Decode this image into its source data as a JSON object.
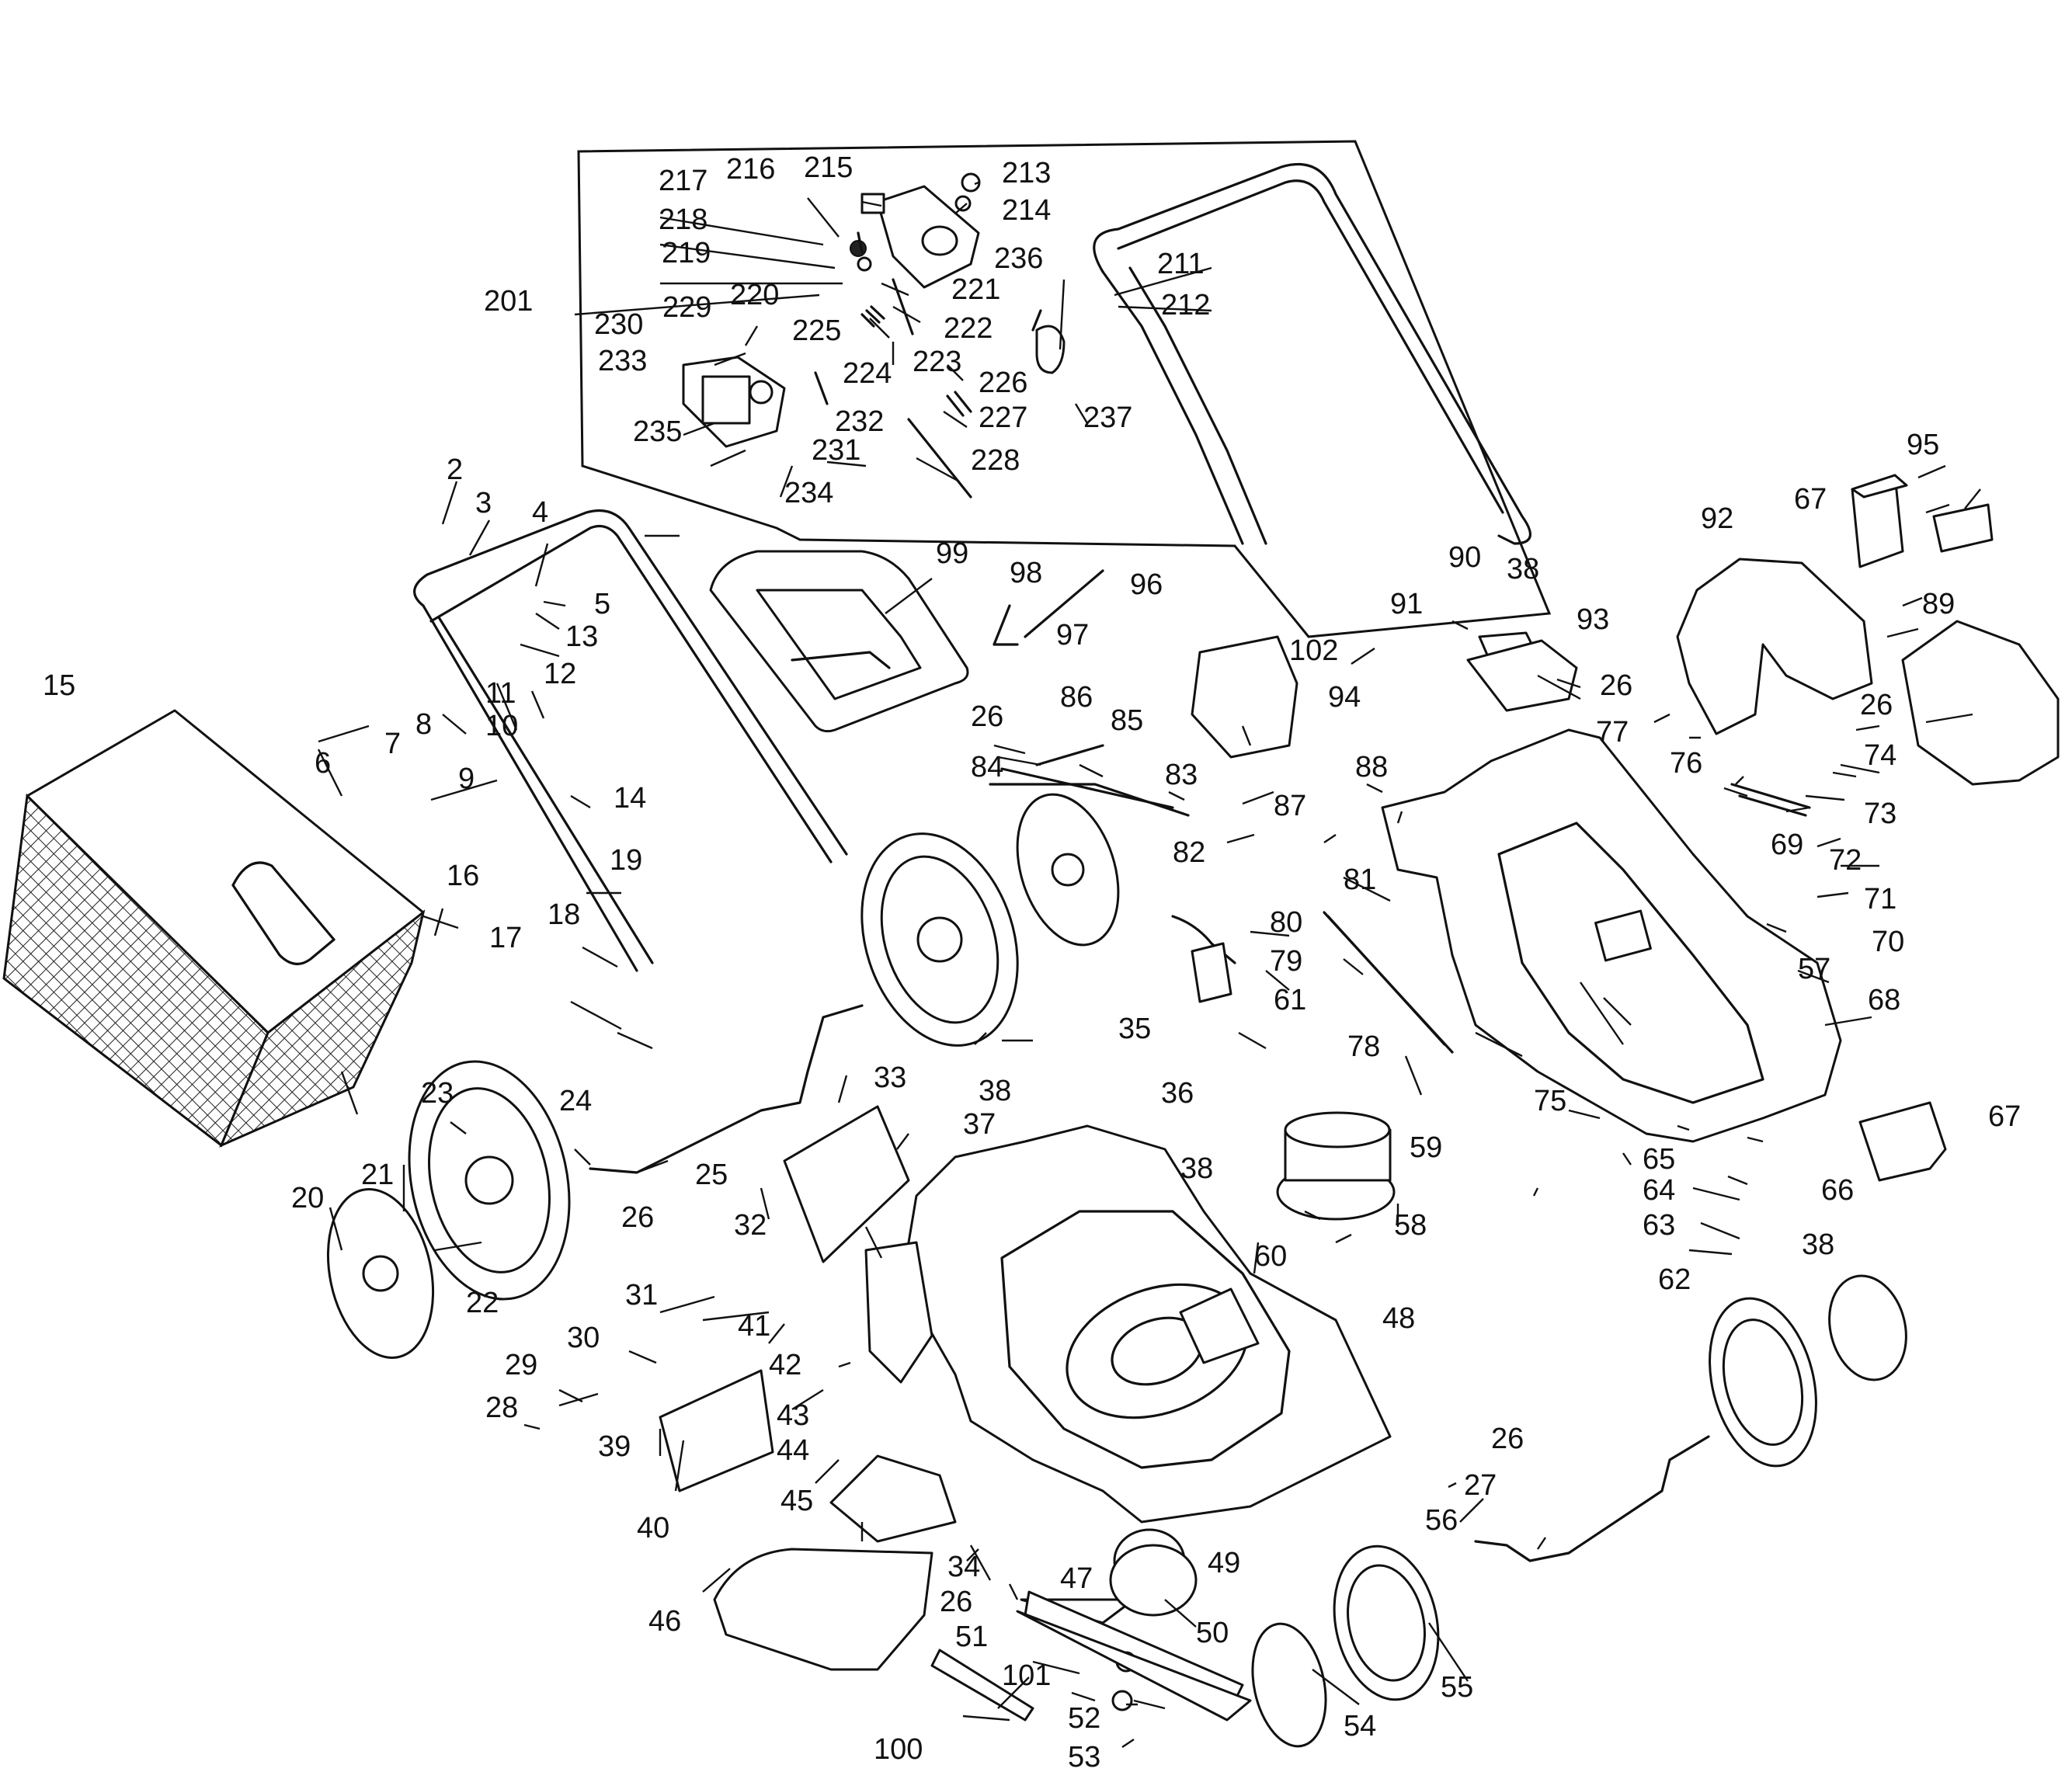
{
  "diagram": {
    "labels": [
      "201",
      "217",
      "216",
      "215",
      "213",
      "214",
      "218",
      "219",
      "220",
      "221",
      "222",
      "225",
      "223",
      "224",
      "229",
      "230",
      "233",
      "235",
      "231",
      "232",
      "234",
      "228",
      "226",
      "227",
      "236",
      "237",
      "211",
      "212",
      "2",
      "3",
      "4",
      "5",
      "13",
      "12",
      "11",
      "10",
      "8",
      "7",
      "6",
      "9",
      "14",
      "15",
      "16",
      "17",
      "18",
      "19",
      "20",
      "21",
      "22",
      "23",
      "24",
      "25",
      "26",
      "27",
      "28",
      "29",
      "30",
      "31",
      "32",
      "33",
      "34",
      "35",
      "36",
      "37",
      "38",
      "39",
      "40",
      "41",
      "42",
      "43",
      "44",
      "45",
      "46",
      "47",
      "48",
      "49",
      "50",
      "51",
      "52",
      "53",
      "54",
      "55",
      "56",
      "57",
      "58",
      "59",
      "60",
      "61",
      "62",
      "63",
      "64",
      "65",
      "66",
      "67",
      "68",
      "69",
      "70",
      "71",
      "72",
      "73",
      "74",
      "75",
      "76",
      "77",
      "78",
      "79",
      "80",
      "81",
      "82",
      "83",
      "84",
      "85",
      "86",
      "87",
      "88",
      "89",
      "90",
      "91",
      "92",
      "93",
      "94",
      "95",
      "96",
      "97",
      "98",
      "99",
      "100",
      "101",
      "102"
    ]
  }
}
